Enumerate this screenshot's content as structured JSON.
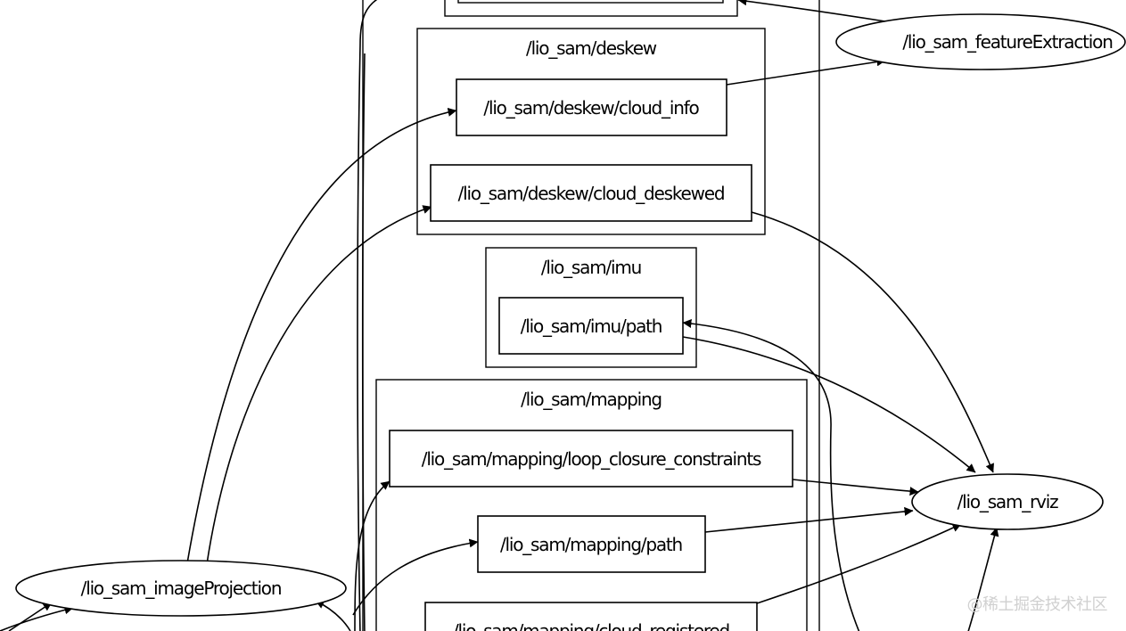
{
  "clusters": {
    "deskew": "/lio_sam/deskew",
    "imu": "/lio_sam/imu",
    "mapping": "/lio_sam/mapping"
  },
  "topics": {
    "deskew_cloud_info": "/lio_sam/deskew/cloud_info",
    "deskew_cloud_deskewed": "/lio_sam/deskew/cloud_deskewed",
    "imu_path": "/lio_sam/imu/path",
    "mapping_loop_closure_constraints": "/lio_sam/mapping/loop_closure_constraints",
    "mapping_path": "/lio_sam/mapping/path",
    "mapping_cloud_registered": "/lio_sam/mapping/cloud_registered"
  },
  "nodes": {
    "feature_extraction": "/lio_sam_featureExtraction",
    "rviz": "/lio_sam_rviz",
    "image_projection": "/lio_sam_imageProjection"
  },
  "watermark": "@稀土掘金技术社区"
}
